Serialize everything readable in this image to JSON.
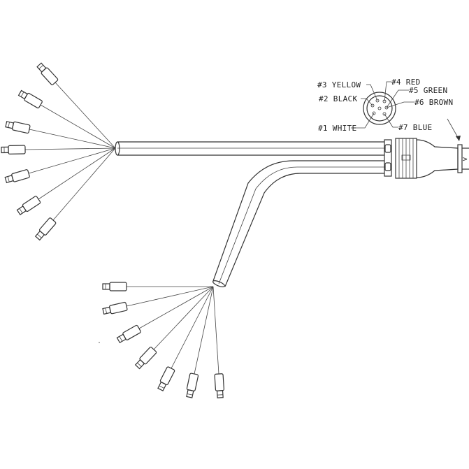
{
  "diagram": {
    "pin_labels": {
      "pin1": "#1 WHITE",
      "pin2": "#2 BLACK",
      "pin3": "#3 YELLOW",
      "pin4": "#4 RED",
      "pin5": "#5 GREEN",
      "pin6": "#6 BROWN",
      "pin7": "#7 BLUE"
    },
    "connector_mark": ">",
    "upper_breakout_leads": 7,
    "lower_breakout_leads": 7
  }
}
